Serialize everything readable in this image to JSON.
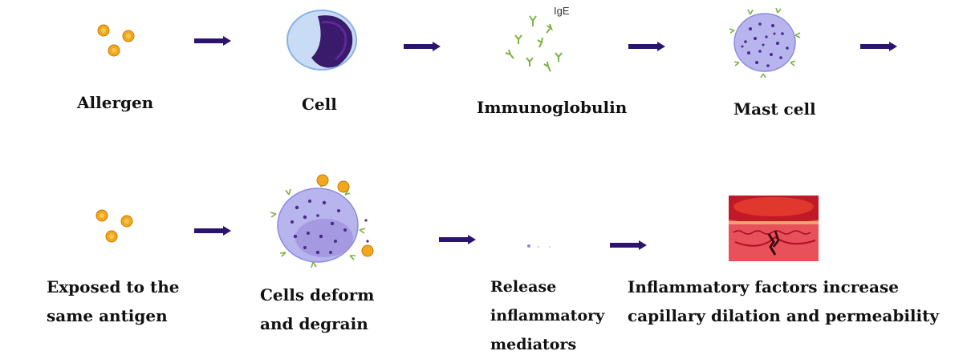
{
  "row1": [
    {
      "label": "Allergen"
    },
    {
      "label": "Cell"
    },
    {
      "label": "Immunoglobulin",
      "sublabel": "IgE"
    },
    {
      "label": "Mast cell"
    }
  ],
  "row2": [
    {
      "label": "Exposed to the same antigen",
      "lines": [
        "Exposed to the",
        "same antigen"
      ]
    },
    {
      "label": "Cells deform and degrain",
      "lines": [
        "Cells deform",
        "and degrain"
      ]
    },
    {
      "label": "Release inflammatory mediators",
      "lines": [
        "Release",
        "inflammatory",
        "mediators"
      ]
    },
    {
      "label": "Inflammatory factors increase capillary dilation and permeability",
      "lines": [
        "Inflammatory factors increase",
        "capillary dilation and permeability"
      ]
    }
  ],
  "colors": {
    "arrow": "#2a1470",
    "pollen": "#f2a81c",
    "ige": "#7cb342",
    "mast_cell": "#b7b4ee",
    "granule": "#4a2a8a",
    "cell_nucleus": "#3a1a6a",
    "tissue": "#d8363a"
  }
}
